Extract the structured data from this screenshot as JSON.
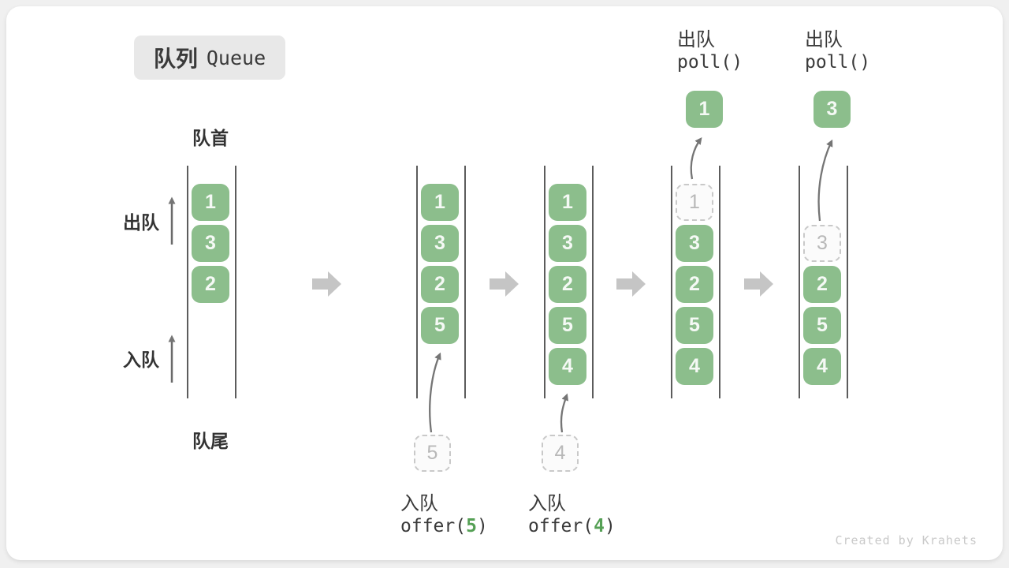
{
  "title": {
    "cn": "队列",
    "en": "Queue"
  },
  "side_labels": {
    "front": "队首",
    "rear": "队尾",
    "dequeue": "出队",
    "enqueue": "入队"
  },
  "credit": "Created by Krahets",
  "colors": {
    "cell_green": "#8cbe8c",
    "cell_text": "#f5f9f5",
    "dashed_border": "#c9c9c9",
    "dashed_text": "#b8b8b8",
    "queue_line": "#5c5c5c",
    "block_arrow": "#c5c5c5",
    "thin_arrow": "#757575",
    "text_dark": "#3a3a3a",
    "accent_green": "#55a055",
    "title_bg": "#e8e8e8"
  },
  "queues": [
    {
      "id": "state-initial",
      "slots": [
        {
          "type": "solid",
          "value": "1"
        },
        {
          "type": "solid",
          "value": "3"
        },
        {
          "type": "solid",
          "value": "2"
        }
      ]
    },
    {
      "id": "state-offer-5",
      "slots": [
        {
          "type": "solid",
          "value": "1"
        },
        {
          "type": "solid",
          "value": "3"
        },
        {
          "type": "solid",
          "value": "2"
        },
        {
          "type": "solid",
          "value": "5"
        }
      ],
      "pending": "5",
      "caption_below": {
        "line1": "入队",
        "fn": "offer(",
        "arg": "5",
        "close": ")"
      }
    },
    {
      "id": "state-offer-4",
      "slots": [
        {
          "type": "solid",
          "value": "1"
        },
        {
          "type": "solid",
          "value": "3"
        },
        {
          "type": "solid",
          "value": "2"
        },
        {
          "type": "solid",
          "value": "5"
        },
        {
          "type": "solid",
          "value": "4"
        }
      ],
      "pending": "4",
      "caption_below": {
        "line1": "入队",
        "fn": "offer(",
        "arg": "4",
        "close": ")"
      }
    },
    {
      "id": "state-poll-1",
      "slots": [
        {
          "type": "dashed",
          "value": "1"
        },
        {
          "type": "solid",
          "value": "3"
        },
        {
          "type": "solid",
          "value": "2"
        },
        {
          "type": "solid",
          "value": "5"
        },
        {
          "type": "solid",
          "value": "4"
        }
      ],
      "result": "1",
      "caption_above": {
        "line1": "出队",
        "line2": "poll()"
      }
    },
    {
      "id": "state-poll-3",
      "slots": [
        {
          "type": "empty"
        },
        {
          "type": "dashed",
          "value": "3"
        },
        {
          "type": "solid",
          "value": "2"
        },
        {
          "type": "solid",
          "value": "5"
        },
        {
          "type": "solid",
          "value": "4"
        }
      ],
      "result": "3",
      "caption_above": {
        "line1": "出队",
        "line2": "poll()"
      }
    }
  ]
}
